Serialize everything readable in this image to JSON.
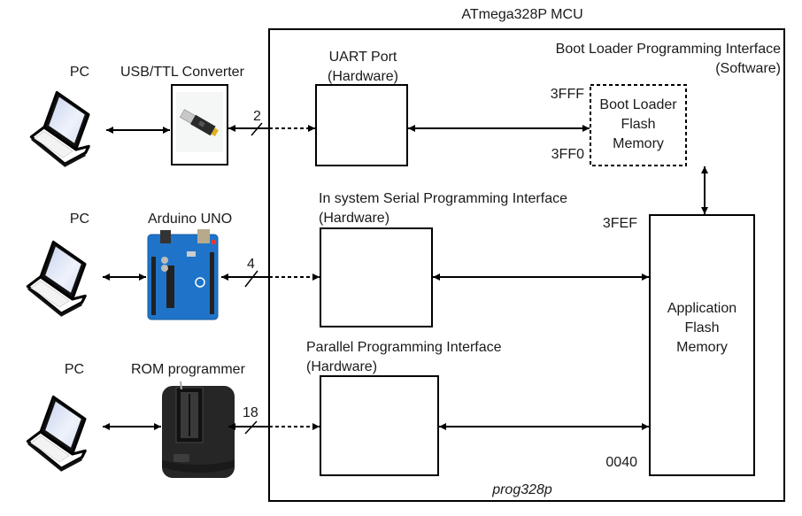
{
  "diagram": {
    "mcu_title": "ATmega328P MCU",
    "footer_label": "prog328p",
    "pc_label": "PC",
    "devices": [
      {
        "label": "USB/TTL Converter",
        "icon": "usb-ttl-converter-icon",
        "bus_width": "2"
      },
      {
        "label": "Arduino UNO",
        "icon": "arduino-board-icon",
        "bus_width": "4"
      },
      {
        "label": "ROM programmer",
        "icon": "rom-programmer-icon",
        "bus_width": "18"
      }
    ],
    "interfaces": [
      {
        "line1": "UART Port",
        "line2": "(Hardware)"
      },
      {
        "line1": "In system Serial Programming Interface",
        "line2": "(Hardware)"
      },
      {
        "line1": "Parallel Programming Interface",
        "line2": "(Hardware)"
      }
    ],
    "bootloader_interface": {
      "line1": "Boot Loader Programming Interface",
      "line2": "(Software)"
    },
    "boot_memory": {
      "lines": [
        "Boot Loader",
        "Flash",
        "Memory"
      ],
      "addr_top": "3FFF",
      "addr_bottom": "3FF0"
    },
    "app_memory": {
      "lines": [
        "Application",
        "Flash",
        "Memory"
      ],
      "addr_top": "3FEF",
      "addr_bottom": "0040"
    },
    "colors": {
      "line": "#000000",
      "screen": "#dfe6f5",
      "arduino": "#1e73c8",
      "programmer": "#2b2b2b"
    }
  }
}
